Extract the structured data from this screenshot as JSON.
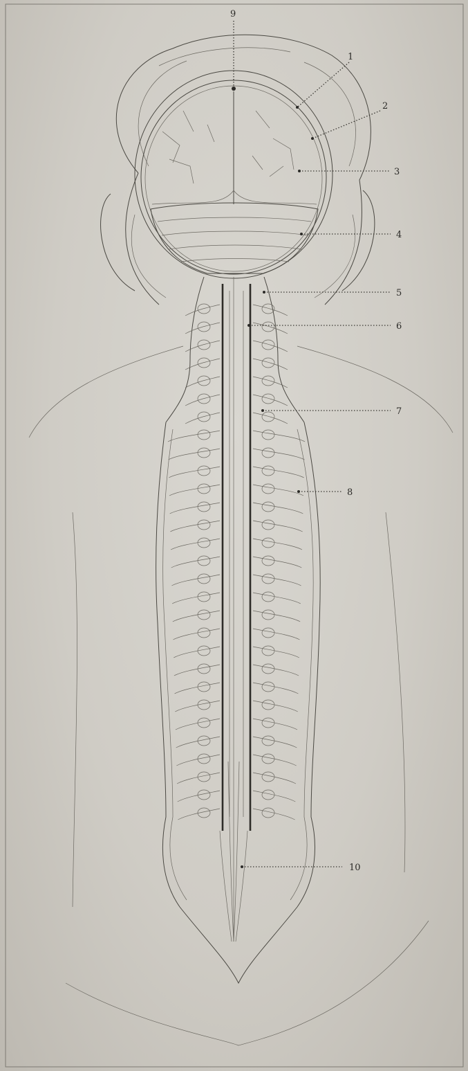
{
  "figure": {
    "labels": [
      {
        "id": "label-9",
        "text": "9"
      },
      {
        "id": "label-1",
        "text": "1"
      },
      {
        "id": "label-2",
        "text": "2"
      },
      {
        "id": "label-3",
        "text": "3"
      },
      {
        "id": "label-4",
        "text": "4"
      },
      {
        "id": "label-5",
        "text": "5"
      },
      {
        "id": "label-6",
        "text": "6"
      },
      {
        "id": "label-7",
        "text": "7"
      },
      {
        "id": "label-8",
        "text": "8"
      },
      {
        "id": "label-10",
        "text": "10"
      }
    ]
  },
  "colors": {
    "paper": "#cfccc5",
    "ink": "#4a4842",
    "ink_dark": "#2e2c28"
  }
}
